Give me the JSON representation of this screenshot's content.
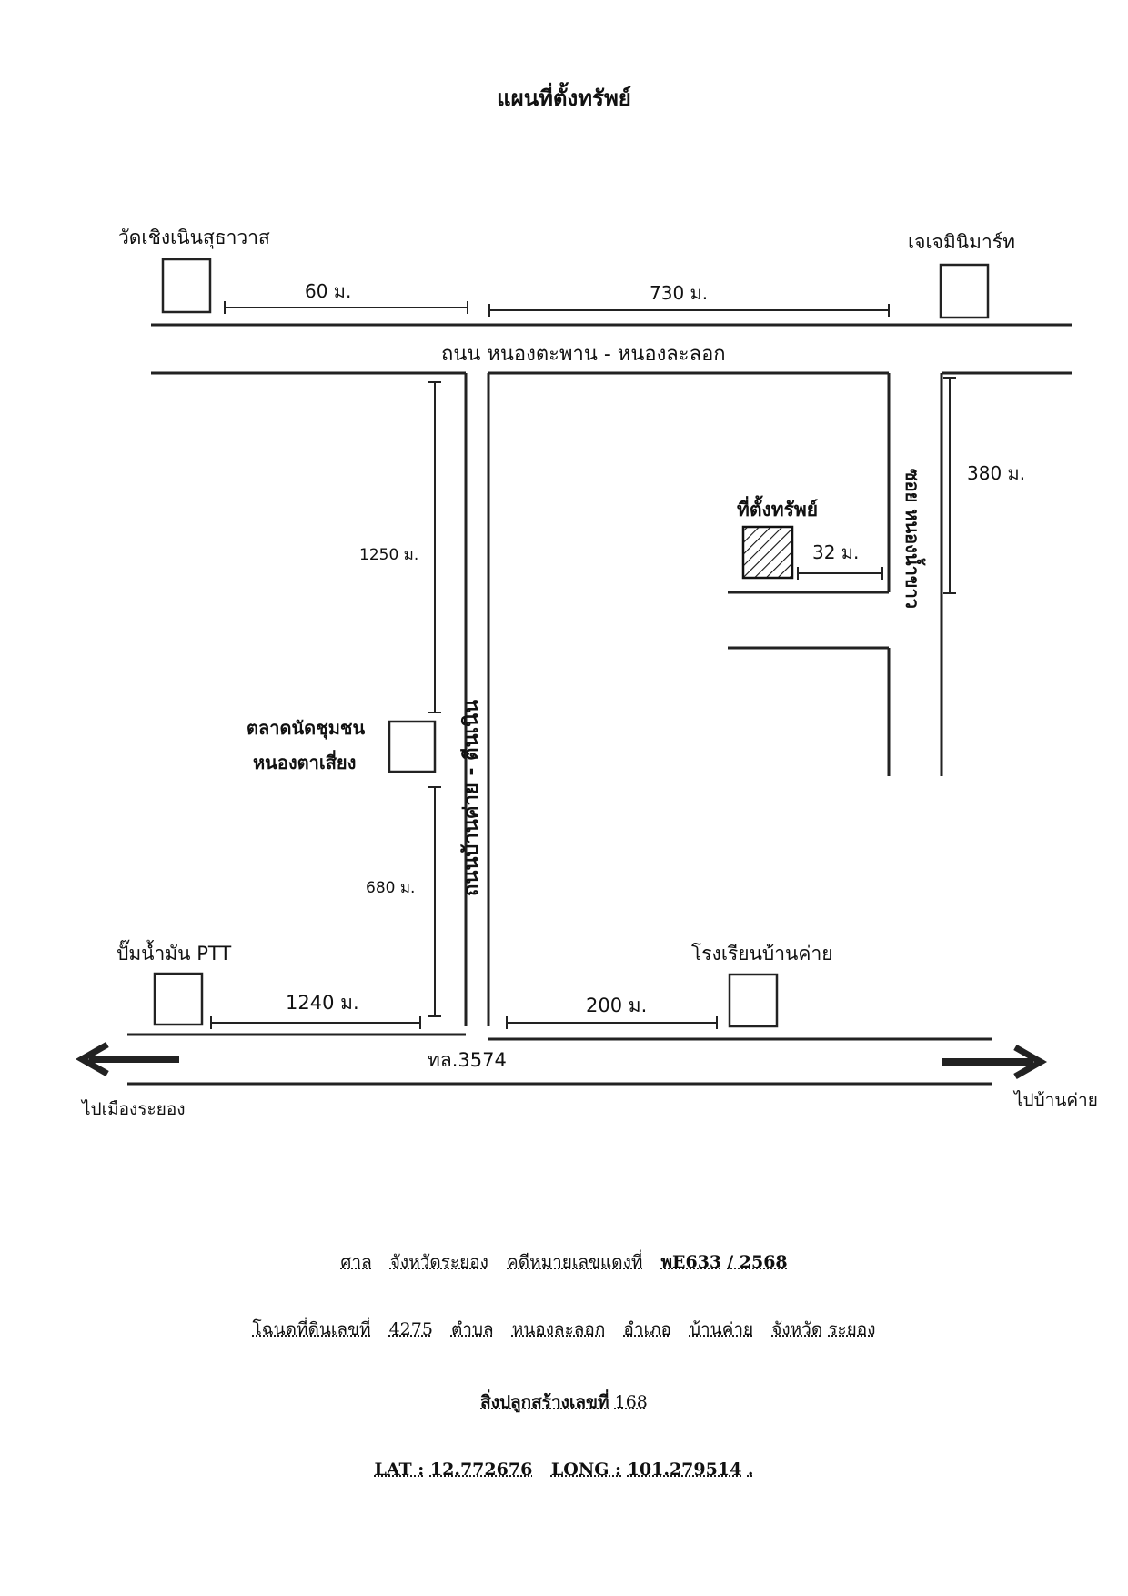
{
  "title": "แผนที่ตั้งทรัพย์",
  "landmarks": {
    "temple": "วัดเชิงเนินสุธาวาส",
    "minimart": "เจเจมินิมาร์ท",
    "property": "ที่ตั้งทรัพย์",
    "market_line1": "ตลาดนัดชุมชน",
    "market_line2": "หนองตาเสี่ยง",
    "gas_station": "ปั๊มน้ำมัน PTT",
    "school": "โรงเรียนบ้านค่าย"
  },
  "roads": {
    "top_road": "ถนน หนองตะพาน - หนองละลอก",
    "vertical_road": "ถนนบ้านค่าย - ตีนเนิน",
    "soi": "ซอย หนองน้ำขาว",
    "highway": "ทล.3574"
  },
  "distances": {
    "d60": "60 ม.",
    "d730": "730 ม.",
    "d380": "380 ม.",
    "d32": "32 ม.",
    "d1250": "1250 ม.",
    "d680": "680 ม.",
    "d1240": "1240 ม.",
    "d200": "200 ม."
  },
  "directions": {
    "left": "ไปเมืองระยอง",
    "right": "ไปบ้านค่าย"
  },
  "info": {
    "line1": {
      "label_court": "ศาล",
      "court": "จังหวัดระยอง",
      "label_case": "คดีหมายเลขแดงที่",
      "case_no": "พE633",
      "case_year": "/ 2568"
    },
    "line2": {
      "label_deed": "โฉนดที่ดินเลขที่",
      "deed_no": "4275",
      "label_subdistrict": "ตำบล",
      "subdistrict": "หนองละลอก",
      "label_district": "อำเภอ",
      "district": "บ้านค่าย",
      "label_province": "จังหวัด",
      "province": "ระยอง"
    },
    "line3": {
      "label": "สิ่งปลูกสร้างเลขที่",
      "number": "168"
    },
    "line4": {
      "lat_label": "LAT :",
      "lat": "12.772676",
      "long_label": "LONG :",
      "long": "101.279514",
      "end": "."
    }
  }
}
